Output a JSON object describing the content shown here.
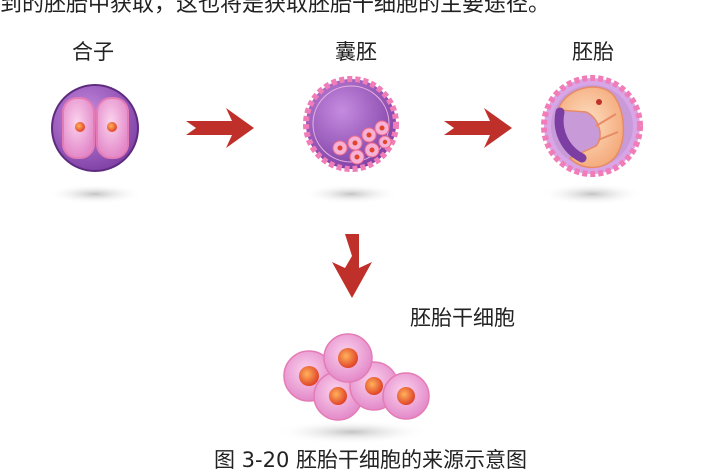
{
  "page": {
    "top_text": "到的胚胎中获取，这也将是获取胚胎干细胞的主要途径。",
    "caption": "图 3-20  胚胎干细胞的来源示意图"
  },
  "stages": {
    "zygote": "合子",
    "blastocyst": "囊胚",
    "embryo": "胚胎",
    "stem_cells": "胚胎干细胞"
  },
  "colors": {
    "arrow": "#c0302a",
    "membrane": "#7a3f9a",
    "cytoplasm": "#a866c6",
    "nucleus": "#f06a30",
    "cell_pink": "#f3a7d8",
    "embryo_body": "#f7c09a"
  }
}
